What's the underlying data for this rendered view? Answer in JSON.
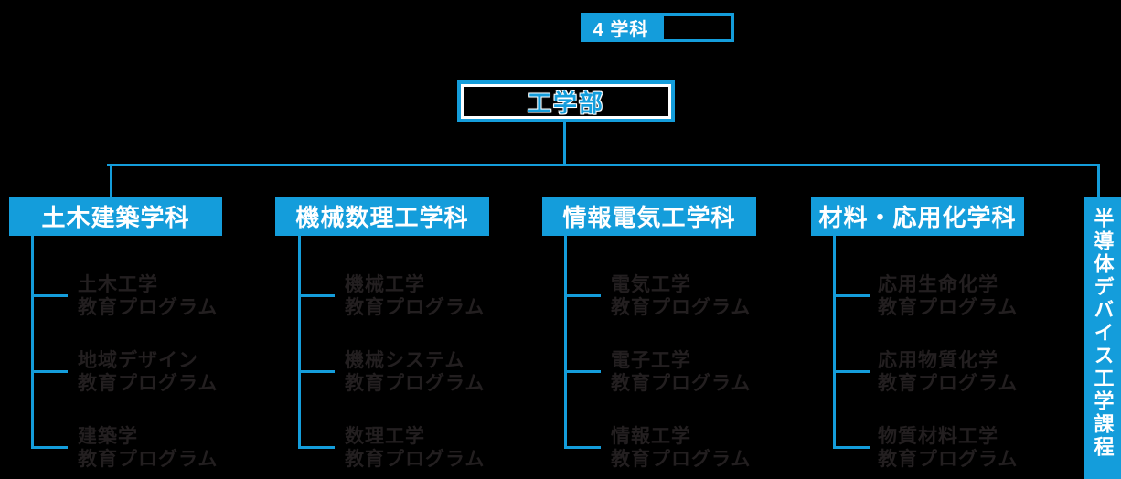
{
  "colors": {
    "blue": "#149ddb",
    "dark_text": "#231f20",
    "white": "#ffffff",
    "background": "#000000"
  },
  "header": {
    "count_label": "4 学科"
  },
  "root": {
    "label": "工学部"
  },
  "course": {
    "label": "半導体デバイス工学課程"
  },
  "departments": [
    {
      "label": "土木建築学科",
      "programs": [
        {
          "line1": "土木工学",
          "line2": "教育プログラム"
        },
        {
          "line1": "地域デザイン",
          "line2": "教育プログラム"
        },
        {
          "line1": "建築学",
          "line2": "教育プログラム"
        }
      ]
    },
    {
      "label": "機械数理工学科",
      "programs": [
        {
          "line1": "機械工学",
          "line2": "教育プログラム"
        },
        {
          "line1": "機械システム",
          "line2": "教育プログラム"
        },
        {
          "line1": "数理工学",
          "line2": "教育プログラム"
        }
      ]
    },
    {
      "label": "情報電気工学科",
      "programs": [
        {
          "line1": "電気工学",
          "line2": "教育プログラム"
        },
        {
          "line1": "電子工学",
          "line2": "教育プログラム"
        },
        {
          "line1": "情報工学",
          "line2": "教育プログラム"
        }
      ]
    },
    {
      "label": "材料・応用化学科",
      "programs": [
        {
          "line1": "応用生命化学",
          "line2": "教育プログラム"
        },
        {
          "line1": "応用物質化学",
          "line2": "教育プログラム"
        },
        {
          "line1": "物質材料工学",
          "line2": "教育プログラム"
        }
      ]
    }
  ]
}
